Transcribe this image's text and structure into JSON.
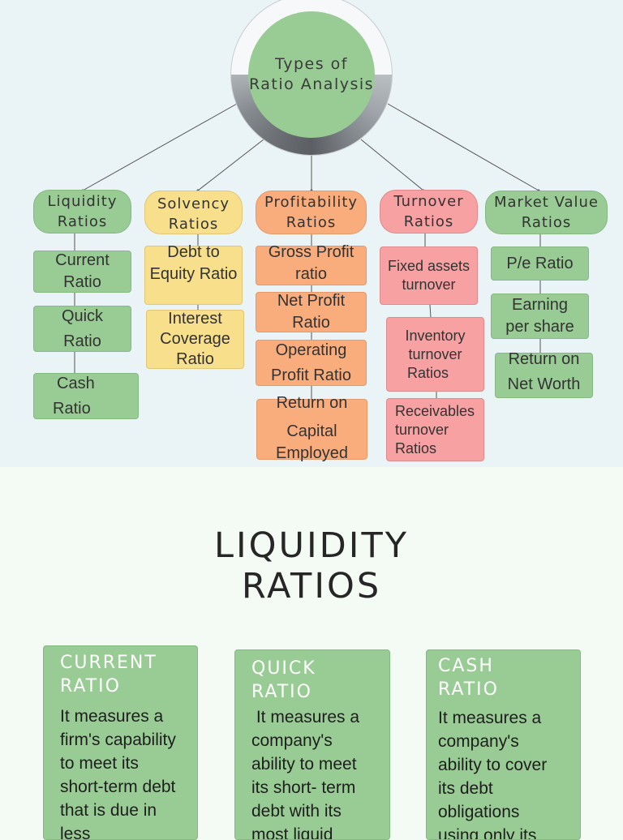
{
  "hub": {
    "line1": "Types of",
    "line2": "Ratio Analysis"
  },
  "categories": [
    {
      "line1": "Liquidity",
      "line2": "Ratios"
    },
    {
      "line1": "Solvency",
      "line2": "Ratios"
    },
    {
      "line1": "Profitability",
      "line2": "Ratios"
    },
    {
      "line1": "Turnover",
      "line2": "Ratios"
    },
    {
      "line1": "Market Value",
      "line2": "Ratios"
    }
  ],
  "liquidity_items": [
    {
      "line1": "Current",
      "line2": "Ratio"
    },
    {
      "line1": "Quick",
      "line2": "Ratio"
    },
    {
      "line1": "Cash",
      "line2": "Ratio"
    }
  ],
  "solvency_items": [
    {
      "line1": "Debt to",
      "line2": "Equity Ratio"
    },
    {
      "line1": "Interest",
      "line2": "Coverage",
      "line3": "Ratio"
    }
  ],
  "profitability_items": [
    {
      "line1": "Gross Profit",
      "line2": "ratio"
    },
    {
      "line1": "Net Profit",
      "line2": "Ratio"
    },
    {
      "line1": "Operating",
      "line2": "Profit Ratio"
    },
    {
      "line1": "Return on",
      "line2": "Capital",
      "line3": "Employed"
    }
  ],
  "turnover_items": [
    {
      "line1": "Fixed assets",
      "line2": "turnover"
    },
    {
      "line1": "Inventory",
      "line2": "turnover",
      "line3": "Ratios"
    },
    {
      "line1": "Receivables",
      "line2": "turnover",
      "line3": "Ratios"
    }
  ],
  "market_items": [
    {
      "line1": "P/e Ratio"
    },
    {
      "line1": "Earning",
      "line2": "per share"
    },
    {
      "line1": "Return on",
      "line2": "Net Worth"
    }
  ],
  "section": {
    "line1": "LIQUIDITY",
    "line2": "RATIOS"
  },
  "cards": [
    {
      "title1": "CURRENT",
      "title2": "RATIO",
      "text": "It measures a firm's capability to meet its short-term debt that is due in less"
    },
    {
      "title1": "QUICK",
      "title2": "RATIO",
      "text": " It measures a company's ability to meet its short- term debt with its most liquid"
    },
    {
      "title1": "CASH",
      "title2": "RATIO",
      "text": "It measures a company's ability to cover its debt obligations using only its"
    }
  ],
  "colors": {
    "green": "#99cc94",
    "yellow": "#f8df8b",
    "orange": "#f9ad7d",
    "pink": "#f7a1a3"
  }
}
